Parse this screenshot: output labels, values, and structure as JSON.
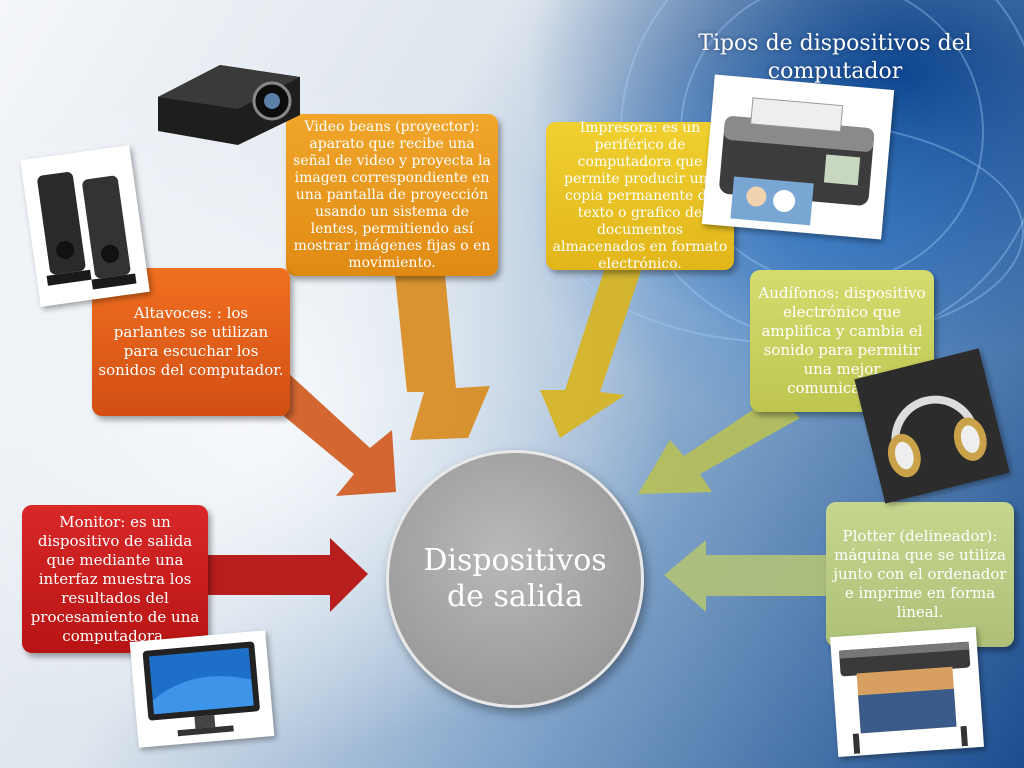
{
  "title": "Tipos de dispositivos del computador",
  "center": {
    "line1": "Dispositivos",
    "line2": "de salida"
  },
  "nodes": {
    "video": "Video beans (proyector): aparato que recibe una señal de video y proyecta la imagen correspondiente en una pantalla de proyección usando un sistema de lentes, permitiendo así mostrar imágenes fijas o en movimiento.",
    "impresora": "Impresora: es un periférico de computadora que permite producir una copia permanente de texto o grafico de documentos almacenados en formato electrónico.",
    "altavoces": "Altavoces: : los parlantes se utilizan para escuchar los sonidos del computador.",
    "audifonos": "Audífonos: dispositivo electrónico que amplifica y cambia el sonido para permitir una mejor comunicación.",
    "monitor": "Monitor: es un dispositivo de salida que mediante una interfaz muestra los resultados del procesamiento de una computadora.",
    "plotter": "Plotter (delineador): máquina que se utiliza junto con el ordenador e imprime en forma lineal."
  },
  "colors": {
    "video": "#e8961e",
    "impresora": "#e8c020",
    "altavoces": "#e05a18",
    "audifonos": "#c8d060",
    "monitor": "#c81e1e",
    "plotter": "#b8cc80",
    "center": "#a0a0a0"
  },
  "icons": [
    "projector-image",
    "speakers-image",
    "printer-image",
    "headphones-image",
    "monitor-image",
    "plotter-image"
  ]
}
